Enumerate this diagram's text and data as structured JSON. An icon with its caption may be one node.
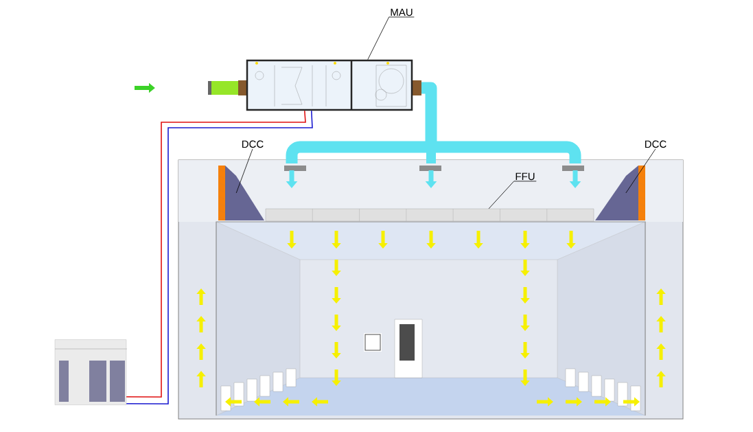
{
  "diagram": {
    "nodes": [
      {
        "text": [
          "MAU"
        ]
      },
      {
        "text": [],
        "shape": "picture"
      },
      {
        "text": [
          "DCC"
        ]
      },
      {
        "text": [],
        "shape": "picture"
      },
      {
        "text": [
          "DCC"
        ]
      },
      {
        "text": [],
        "shape": "picture"
      },
      {
        "text": [
          "FFU"
        ]
      },
      {
        "text": [],
        "shape": "picture"
      },
      {
        "text": [],
        "shape": "picture"
      }
    ],
    "edges": [
      {
        "from": 0,
        "to": 1,
        "arrow": "none"
      },
      {
        "from": 2,
        "to": 3,
        "arrow": "none"
      },
      {
        "from": 4,
        "to": 5,
        "arrow": "none"
      },
      {
        "from": 6,
        "to": 7,
        "arrow": "none"
      },
      {
        "from": 8,
        "to": 1,
        "arrow": "none",
        "color": "#e01010"
      },
      {
        "from": 8,
        "to": 1,
        "arrow": "none",
        "color": "#1a1ad0"
      }
    ]
  }
}
